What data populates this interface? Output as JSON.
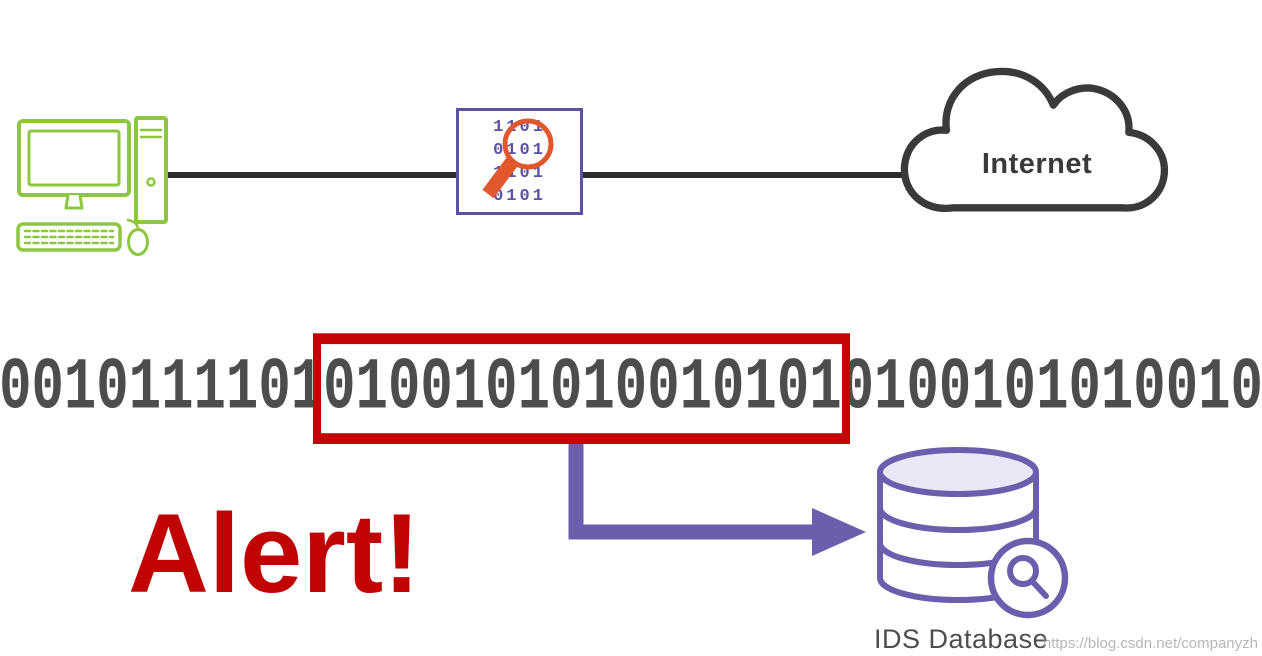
{
  "colors": {
    "computer_green": "#8dc63f",
    "sensor_purple": "#5b51a5",
    "database_purple": "#6b5ead",
    "magnifier_orange": "#e2582e",
    "alert_red": "#c00303",
    "highlight_box_red": "#c20606",
    "network_line_dark": "#2d2d2d",
    "stream_gray": "#4d4d4d"
  },
  "network": {
    "internet_label": "Internet",
    "packet_rows": [
      "1101",
      "0101",
      "1101",
      "0101"
    ]
  },
  "stream": {
    "prefix": "0010111101",
    "highlighted": "0100101010010101",
    "suffix": "0100101010010"
  },
  "alert_label": "Alert!",
  "ids_database_label": "IDS Database",
  "watermark": "https://blog.csdn.net/companyzh"
}
